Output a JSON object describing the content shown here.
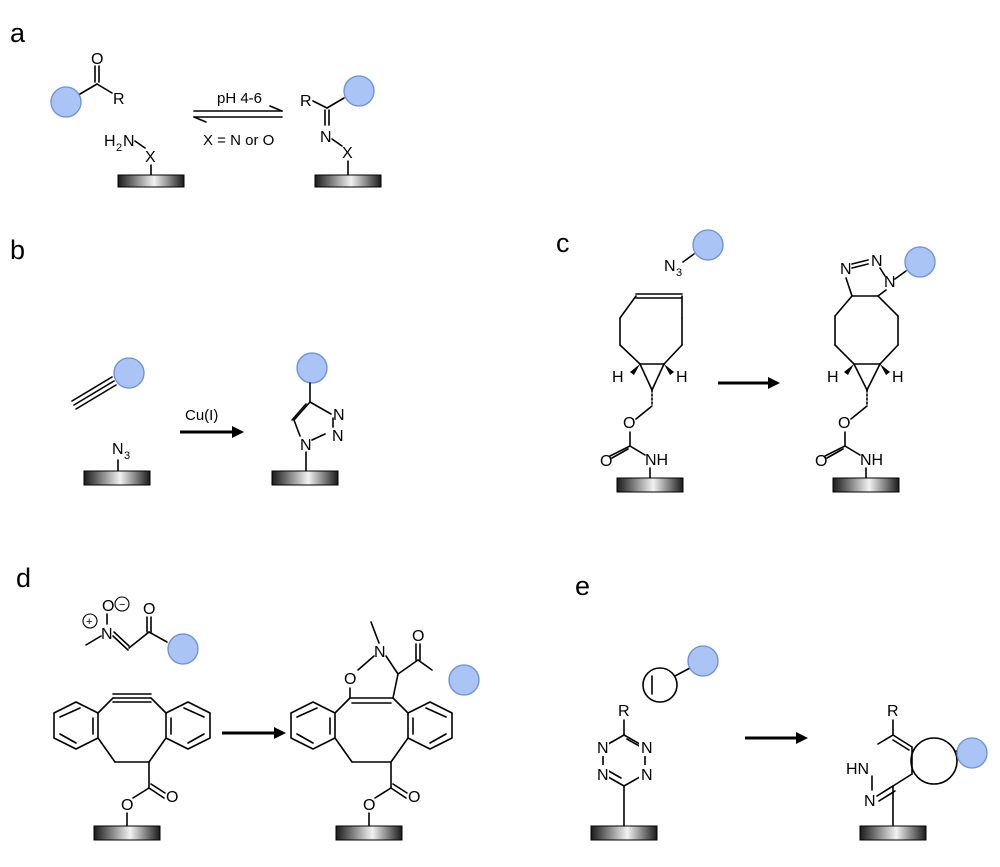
{
  "panels": {
    "a": "a",
    "b": "b",
    "c": "c",
    "d": "d",
    "e": "e"
  },
  "atoms": {
    "O": "O",
    "R": "R",
    "H": "H",
    "N": "N",
    "X": "X",
    "H2N_H": "H",
    "H2N_2": "2",
    "H2N_N": "N",
    "N3_N": "N",
    "N3_3": "3",
    "NH": "NH",
    "HN": "HN",
    "plus": "+",
    "minus": "−"
  },
  "conditions": {
    "a_top": "pH 4-6",
    "a_bottom": "X = N or O",
    "b": "Cu(I)"
  },
  "colors": {
    "biomolecule_fill": "#a9c4f5",
    "biomolecule_stroke": "#6b8fd9"
  }
}
